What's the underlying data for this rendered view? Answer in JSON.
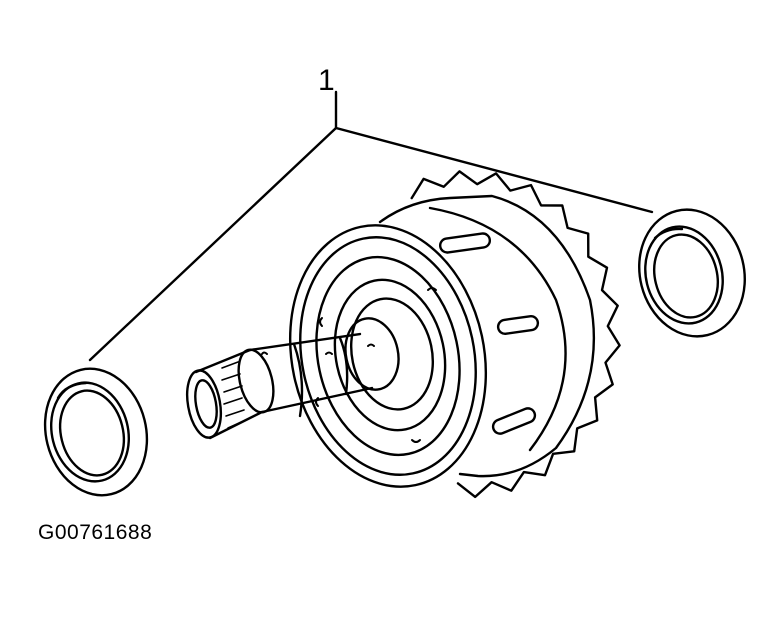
{
  "diagram": {
    "callout_label": "1",
    "figure_id": "G00761688",
    "colors": {
      "line": "#000000",
      "background": "#ffffff"
    },
    "parts": [
      "clutch-drum-with-shaft",
      "thrust-washer-left",
      "thrust-washer-right"
    ]
  }
}
